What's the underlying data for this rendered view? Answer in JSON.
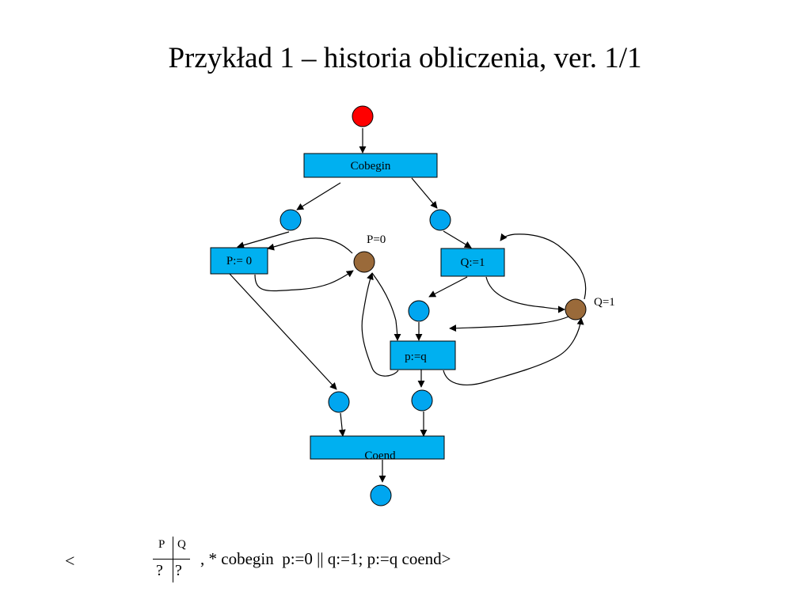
{
  "title": "Przykład 1 – historia obliczenia, ver. 1/1",
  "diagram": {
    "transitions": {
      "cobegin": "Cobegin",
      "p_assign": "P:= 0",
      "q_assign": "Q:=1",
      "pq_assign": "p:=q",
      "coend": "Coend"
    },
    "places": {
      "p_value": "P=0",
      "q_value": "Q=1"
    }
  },
  "state": {
    "open": "<",
    "headers": [
      "P",
      "Q"
    ],
    "values": [
      "?",
      "?"
    ],
    "expression": ", * cobegin  p:=0 || q:=1; p:=q coend>"
  },
  "colors": {
    "start_place": "#ff0000",
    "control_place": "#00a6f0",
    "variable_place": "#9a6a3a",
    "transition_fill": "#00b0f0"
  }
}
